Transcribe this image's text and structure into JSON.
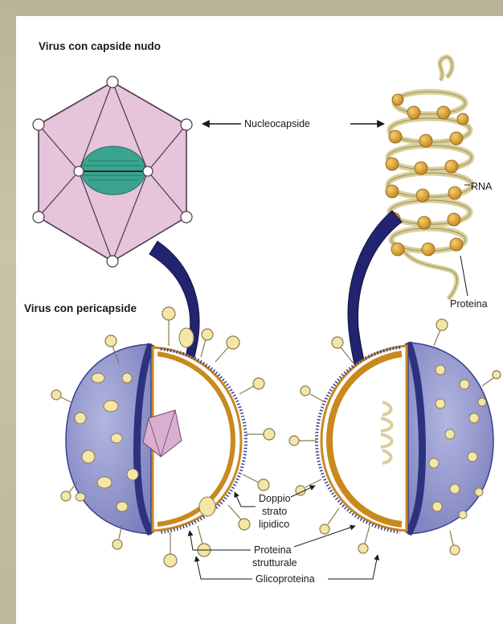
{
  "titles": {
    "naked": "Virus con capside nudo",
    "enveloped": "Virus con pericapside"
  },
  "labels": {
    "nucleocapsid": "Nucleocapside",
    "rna": "RNA",
    "protein": "Proteina",
    "bilayer_1": "Doppio",
    "bilayer_2": "strato",
    "bilayer_3": "lipidico",
    "structural_1": "Proteina",
    "structural_2": "strutturale",
    "glycoprotein": "Glicoproteina"
  },
  "colors": {
    "background": "#b9b39a",
    "panel": "#ffffff",
    "capsid_pink": "#e6c4dc",
    "nucleic_green": "#3aa58f",
    "envelope_blue": "#8f94c8",
    "envelope_dark": "#3a3f8f",
    "arrow_navy": "#22246f",
    "capsomer_gold": "#d39b36",
    "spike_cream": "#f3e6a6",
    "bilayer_gold": "#c9891e"
  }
}
